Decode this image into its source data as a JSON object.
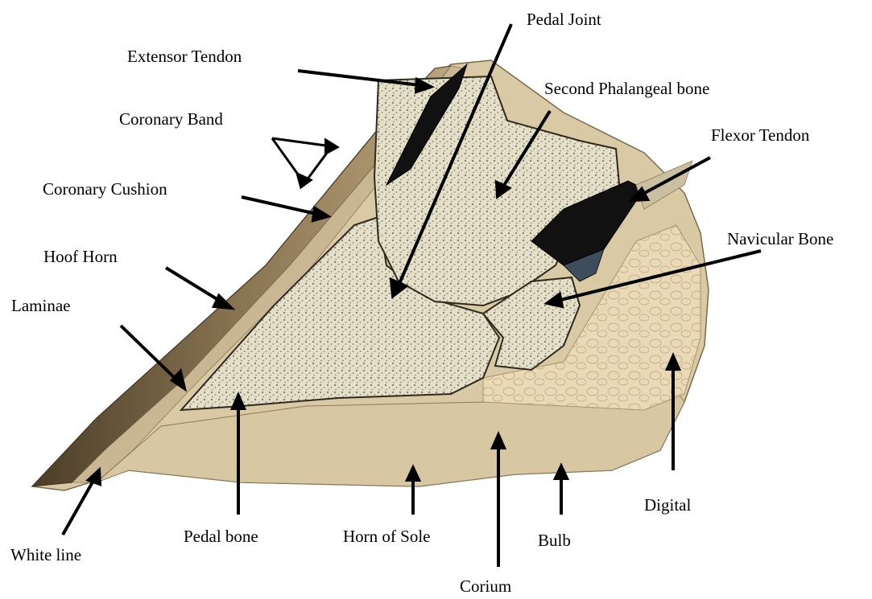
{
  "diagram": {
    "labels": {
      "pedal_joint": "Pedal Joint",
      "extensor_tendon": "Extensor Tendon",
      "second_phalangeal_bone": "Second Phalangeal bone",
      "coronary_band": "Coronary Band",
      "flexor_tendon": "Flexor Tendon",
      "coronary_cushion": "Coronary Cushion",
      "navicular_bone": "Navicular Bone",
      "hoof_horn": "Hoof Horn",
      "laminae": "Laminae",
      "digital": "Digital",
      "white_line": "White line",
      "pedal_bone": "Pedal bone",
      "horn_of_sole": "Horn of Sole",
      "bulb": "Bulb",
      "corium": "Corium"
    },
    "colors": {
      "hoof_wall": "#6b5a3e",
      "bone": "#e4dfc9",
      "bone_spots": "#8a846b",
      "sole": "#d7c7a3",
      "cushion": "#e8dcc0",
      "tendon": "#111111",
      "laminae": "#c9b793",
      "arrow": "#000000"
    }
  }
}
